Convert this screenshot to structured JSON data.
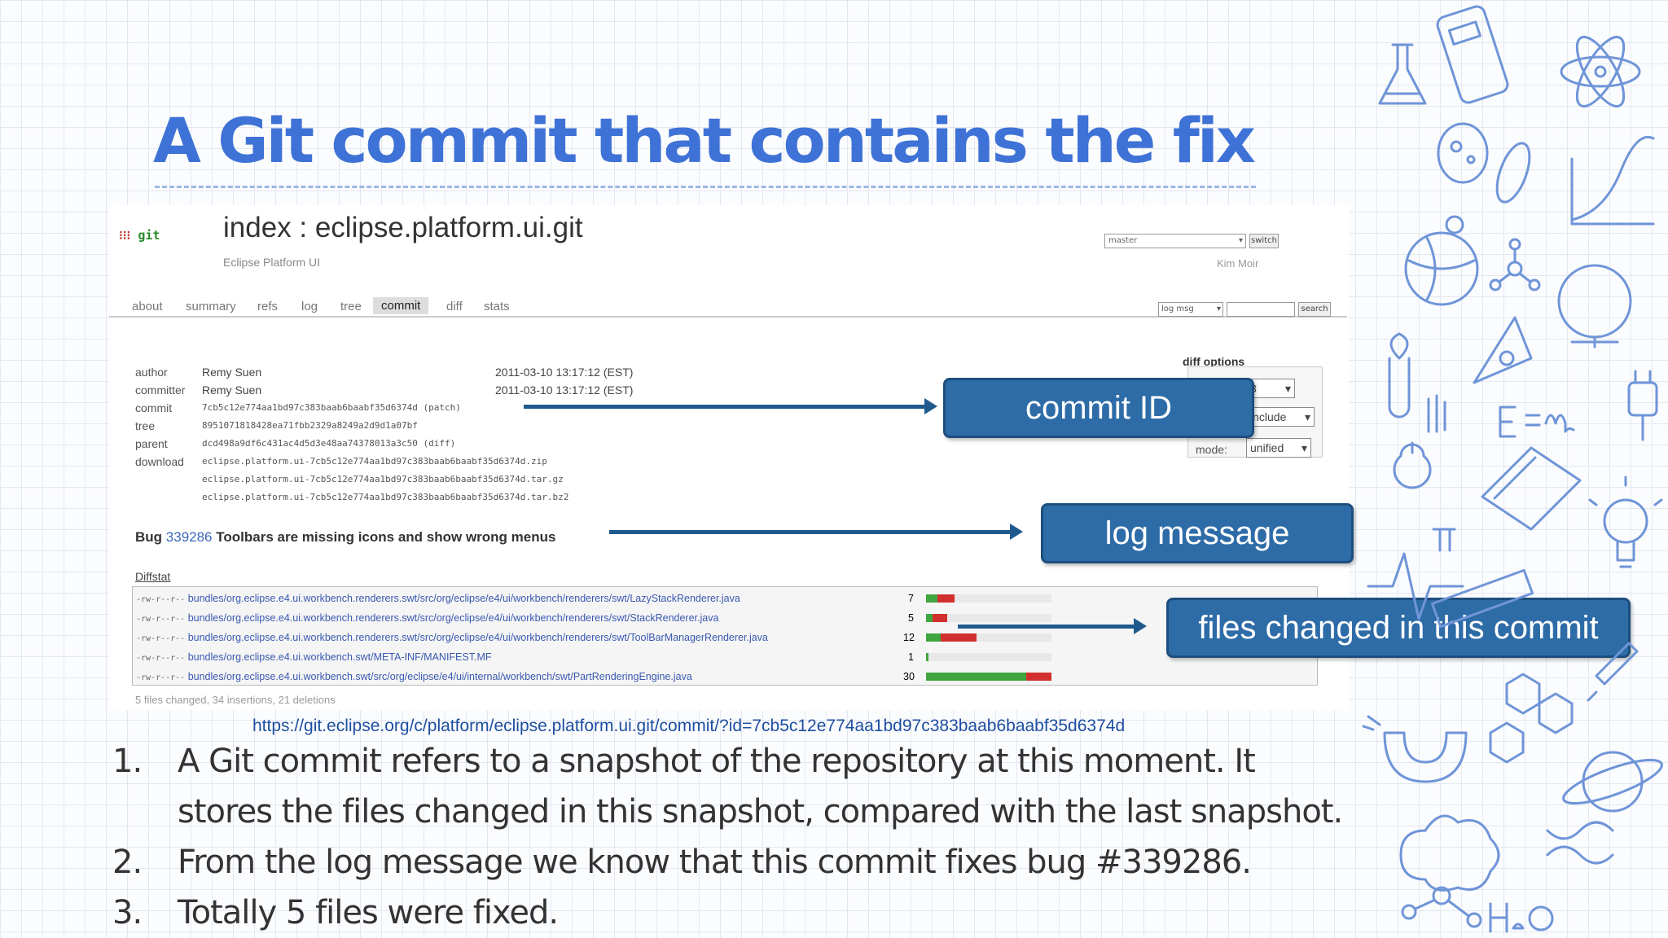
{
  "slide": {
    "title": "A Git commit that contains the fix",
    "url": "https://git.eclipse.org/c/platform/eclipse.platform.ui.git/commit/?id=7cb5c12e774aa1bd97c383baab6baabf35d6374d",
    "points": [
      {
        "n": "1.",
        "text": "A Git commit refers to a snapshot of the repository at this moment. It"
      },
      {
        "n": "",
        "text": "stores the files changed in this snapshot, compared with the last snapshot."
      },
      {
        "n": "2.",
        "text": "From the log message we know that this commit fixes bug #339286."
      },
      {
        "n": "3.",
        "text": "Totally 5 files were fixed."
      }
    ]
  },
  "callouts": {
    "commit_id": "commit ID",
    "log_message": "log message",
    "files_changed": "files changed  in this commit"
  },
  "cgit": {
    "logo": "git",
    "repo_title": "index : eclipse.platform.ui.git",
    "repo_desc": "Eclipse Platform UI",
    "branch": "master",
    "switch_label": "switch",
    "owner": "Kim Moir",
    "tabs": [
      "about",
      "summary",
      "refs",
      "log",
      "tree",
      "commit",
      "diff",
      "stats"
    ],
    "search_scope": "log msg",
    "search_label": "search",
    "meta": {
      "author_k": "author",
      "author_v": "Remy Suen",
      "author_d": "2011-03-10 13:17:12 (EST)",
      "committer_k": "committer",
      "committer_v": "Remy Suen",
      "committer_d": "2011-03-10 13:17:12 (EST)",
      "commit_k": "commit",
      "commit_v": "7cb5c12e774aa1bd97c383baab6baabf35d6374d (patch)",
      "tree_k": "tree",
      "tree_v": "8951071818428ea71fbb2329a8249a2d9d1a07bf",
      "parent_k": "parent",
      "parent_v": "dcd498a9df6c431ac4d5d3e48aa74378013a3c50 (diff)",
      "download_k": "download",
      "download_1": "eclipse.platform.ui-7cb5c12e774aa1bd97c383baab6baabf35d6374d.zip",
      "download_2": "eclipse.platform.ui-7cb5c12e774aa1bd97c383baab6baabf35d6374d.tar.gz",
      "download_3": "eclipse.platform.ui-7cb5c12e774aa1bd97c383baab6baabf35d6374d.tar.bz2"
    },
    "diff_options": {
      "title": "diff options",
      "context": "3",
      "space": "include",
      "mode_label": "mode:",
      "mode": "unified"
    },
    "bug_prefix": "Bug",
    "bug_number": "339286",
    "bug_text": "Toolbars are missing icons and show wrong menus",
    "diffstat_label": "Diffstat",
    "files": [
      {
        "mode": "-rw-r--r--",
        "path": "bundles/org.eclipse.e4.ui.workbench.renderers.swt/src/org/eclipse/e4/ui/workbench/renderers/swt/LazyStackRenderer.java",
        "count": "7",
        "add": 0.09,
        "del": 0.14
      },
      {
        "mode": "-rw-r--r--",
        "path": "bundles/org.eclipse.e4.ui.workbench.renderers.swt/src/org/eclipse/e4/ui/workbench/renderers/swt/StackRenderer.java",
        "count": "5",
        "add": 0.05,
        "del": 0.12
      },
      {
        "mode": "-rw-r--r--",
        "path": "bundles/org.eclipse.e4.ui.workbench.renderers.swt/src/org/eclipse/e4/ui/workbench/renderers/swt/ToolBarManagerRenderer.java",
        "count": "12",
        "add": 0.12,
        "del": 0.28
      },
      {
        "mode": "-rw-r--r--",
        "path": "bundles/org.eclipse.e4.ui.workbench.swt/META-INF/MANIFEST.MF",
        "count": "1",
        "add": 0.02,
        "del": 0.0
      },
      {
        "mode": "-rw-r--r--",
        "path": "bundles/org.eclipse.e4.ui.workbench.swt/src/org/eclipse/e4/ui/internal/workbench/swt/PartRenderingEngine.java",
        "count": "30",
        "add": 0.8,
        "del": 0.2
      }
    ],
    "summary": "5 files changed, 34 insertions, 21 deletions"
  },
  "colors": {
    "title": "#3f72d6",
    "callout": "#2e6ca8",
    "arrow": "#1f5a8e",
    "icon_stroke": "#6f95d8"
  },
  "icons": [
    "flask-icon",
    "calculator-icon",
    "atom-icon",
    "bacteria-icon",
    "chart-icon",
    "globe-icon",
    "molecule-icon",
    "rocket-icon",
    "test-tube-icon",
    "apple-icon",
    "formula-icon",
    "plug-icon",
    "book-icon",
    "lightbulb-icon",
    "heartbeat-icon",
    "ruler-icon",
    "magnet-icon",
    "hexagon-icon",
    "planet-icon",
    "brain-icon",
    "dna-icon",
    "h2o-icon"
  ]
}
